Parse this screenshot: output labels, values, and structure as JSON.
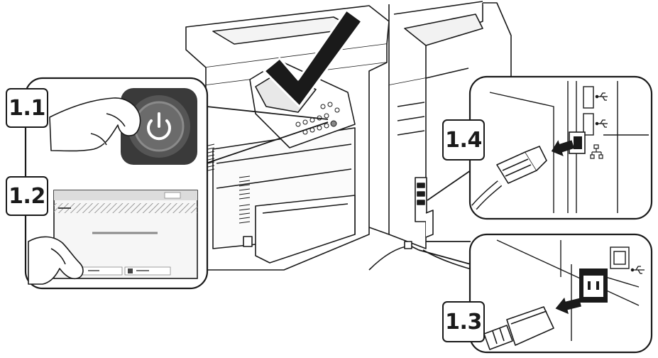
{
  "diagram": {
    "steps": [
      {
        "id": "power-on",
        "label": "1.1"
      },
      {
        "id": "confirm-on-screen",
        "label": "1.2"
      },
      {
        "id": "connect-power-cord",
        "label": "1.3"
      },
      {
        "id": "connect-network-cable",
        "label": "1.4"
      }
    ],
    "icons": [
      "power-icon",
      "checkmark-icon",
      "arrow-icon",
      "usb-icon",
      "network-icon",
      "hand-icon"
    ],
    "colors": {
      "line": "#1a1a1a",
      "power_button": "#6b6b6b",
      "power_button_bezel": "#3a3a3a",
      "panel_fill": "#ffffff",
      "screen_fill": "#e6e6e6"
    }
  }
}
